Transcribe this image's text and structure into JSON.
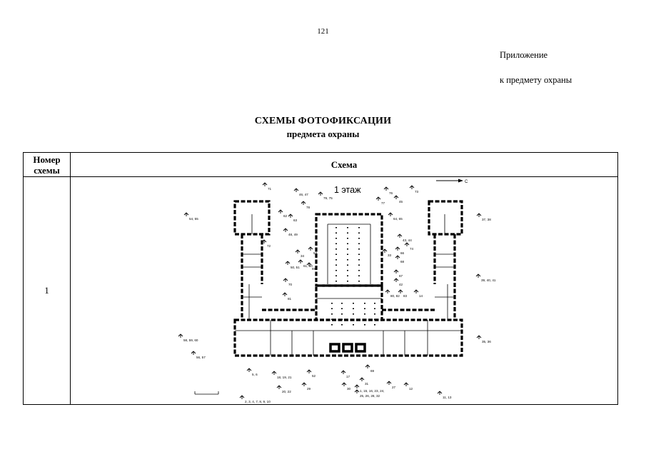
{
  "header": {
    "page_number": "121",
    "appendix_line1": "Приложение",
    "appendix_line2": "к предмету охраны"
  },
  "title": {
    "main": "СХЕМЫ ФОТОФИКСАЦИИ",
    "sub": "предмета охраны"
  },
  "table": {
    "headers": {
      "number_line1": "Номер",
      "number_line2": "схемы",
      "scheme": "Схема"
    },
    "rows": [
      {
        "number": "1"
      }
    ]
  },
  "plan": {
    "floor_label": "1 этаж",
    "compass_label": "С",
    "photo_point_labels": [
      "71",
      "46, 47",
      "78",
      "79, 75",
      "76",
      "77",
      "45",
      "73",
      "54, 55",
      "62",
      "63",
      "64, 65",
      "37, 38",
      "48, 49",
      "72",
      "43, 44",
      "74",
      "66",
      "33",
      "68",
      "34",
      "53",
      "50, 51",
      "61, 60",
      "69",
      "67",
      "39, 40, 41",
      "70",
      "42",
      "80, 82",
      "83",
      "14",
      "81",
      "58, 59, 60",
      "56, 57",
      "35, 36",
      "5, 6",
      "18, 19, 21",
      "52",
      "17",
      "69",
      "30",
      "31",
      "27",
      "12",
      "20, 22",
      "29",
      "2, 3, 4, 7, 8, 9, 10",
      "1, 15, 16, 23, 24,",
      "25, 26, 28, 32",
      "11, 13"
    ]
  }
}
